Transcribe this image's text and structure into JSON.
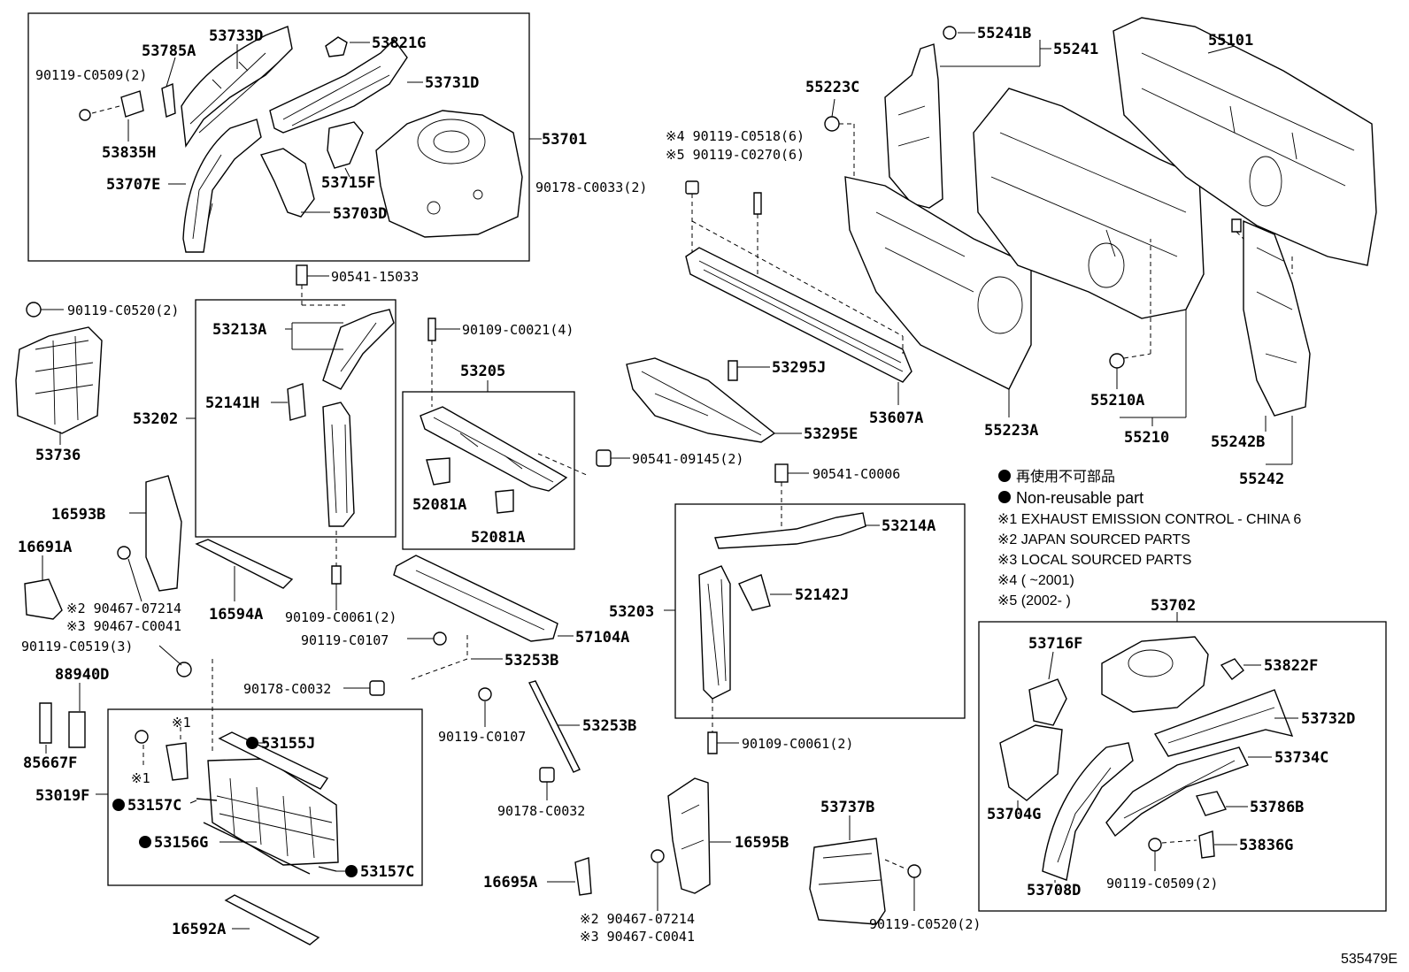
{
  "drawing_id": "535479E",
  "legend": {
    "non_reusable_jp": "再使用不可部品",
    "non_reusable_en": "Non-reusable part",
    "notes": [
      "※1 EXHAUST EMISSION CONTROL - CHINA 6",
      "※2 JAPAN SOURCED PARTS",
      "※3 LOCAL SOURCED PARTS",
      "※4 (   ~2001)",
      "※5 (2002-   )"
    ]
  },
  "labels": {
    "l53701": "53701",
    "l53733D": "53733D",
    "l53785A": "53785A",
    "l53821G": "53821G",
    "l53731D": "53731D",
    "l90119C0509a": "90119-C0509(2)",
    "l53835H": "53835H",
    "l53707E": "53707E",
    "l53715F": "53715F",
    "l53703D": "53703D",
    "l90541_15033": "90541-15033",
    "l90119C0520a": "90119-C0520(2)",
    "l53213A": "53213A",
    "l52141H": "52141H",
    "l53202": "53202",
    "l53736": "53736",
    "l90109C0021": "90109-C0021(4)",
    "l53205": "53205",
    "l52081A1": "52081A",
    "l52081A2": "52081A",
    "l90541_09145": "90541-09145(2)",
    "l16593B": "16593B",
    "l16691A": "16691A",
    "l90467_07214a": "※2 90467-07214",
    "l90467_C0041a": "※3 90467-C0041",
    "l16594A": "16594A",
    "l90109C0061a": "90109-C0061(2)",
    "l90119C0107a": "90119-C0107",
    "l57104A": "57104A",
    "l90119C0519": "90119-C0519(3)",
    "l53253B1": "53253B",
    "l88940D": "88940D",
    "l90178C0032a": "90178-C0032",
    "l85667F": "85667F",
    "l53155J": "53155J",
    "l53019F": "53019F",
    "l53157C1": "53157C",
    "l53156G": "53156G",
    "l53157C2": "53157C",
    "l90119C0107b": "90119-C0107",
    "l53253B2": "53253B",
    "l90178C0032b": "90178-C0032",
    "l16592A": "16592A",
    "l16695A": "16695A",
    "l90467_07214b": "※2 90467-07214",
    "l90467_C0041b": "※3 90467-C0041",
    "l16595B": "16595B",
    "l55241B": "55241B",
    "l55241": "55241",
    "l55101": "55101",
    "l55223C": "55223C",
    "l90119C0518": "※4 90119-C0518(6)",
    "l90119C0270": "※5 90119-C0270(6)",
    "l90178C0033": "90178-C0033(2)",
    "l53295J": "53295J",
    "l53295E": "53295E",
    "l53607A": "53607A",
    "l55223A": "55223A",
    "l55210A": "55210A",
    "l55210": "55210",
    "l55242B": "55242B",
    "l55242": "55242",
    "l90541C0006": "90541-C0006",
    "l53214A": "53214A",
    "l53203": "53203",
    "l52142J": "52142J",
    "l90109C0061b": "90109-C0061(2)",
    "l53737B": "53737B",
    "l90119C0520b": "90119-C0520(2)",
    "l53702": "53702",
    "l53716F": "53716F",
    "l53822F": "53822F",
    "l53732D": "53732D",
    "l53734C": "53734C",
    "l53704G": "53704G",
    "l53786B": "53786B",
    "l53836G": "53836G",
    "l53708D": "53708D",
    "l90119C0509b": "90119-C0509(2)",
    "x1a": "※1",
    "x1b": "※1"
  }
}
